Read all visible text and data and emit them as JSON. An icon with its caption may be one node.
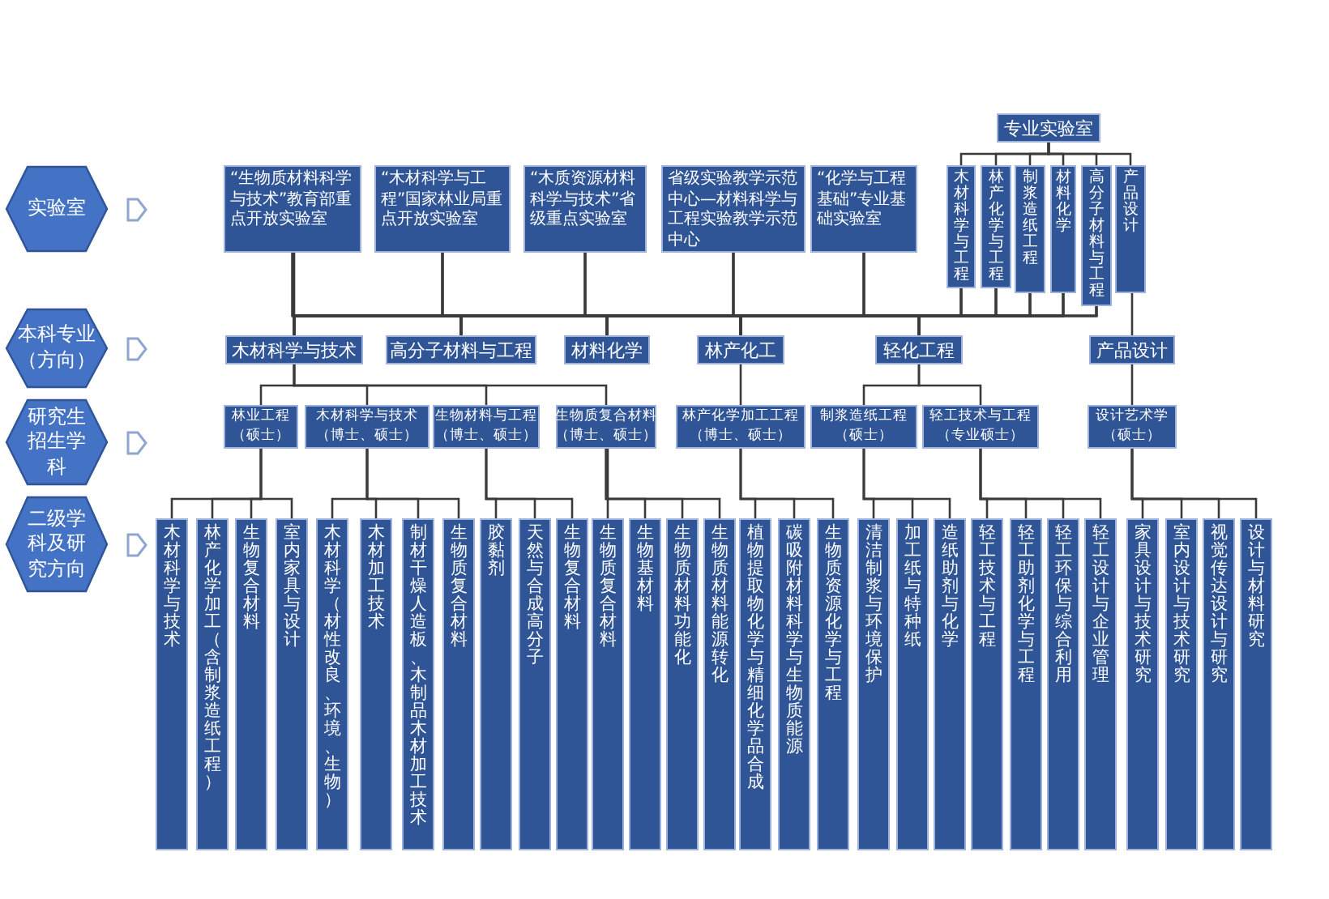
{
  "diagram": {
    "nodes": [
      {
        "text": [
          "实验室"
        ]
      },
      {
        "text": [
          "本科专业（方向）"
        ]
      },
      {
        "text": [
          "研究生招生学科"
        ]
      },
      {
        "text": [
          "二级学科及研究方向"
        ]
      },
      {
        "text": [
          "“生物质材料科学与技术”教育部重点开放实验室"
        ]
      },
      {
        "text": [
          "“木材科学与工程”国家林业局重点开放实验室"
        ]
      },
      {
        "text": [
          "“木质资源材料科学与技术”省级重点实验室"
        ]
      },
      {
        "text": [
          "省级实验教学示范中心—材料科学与工程实验教学示范中心"
        ]
      },
      {
        "text": [
          "“化学与工程基础”专业基础实验室"
        ]
      },
      {
        "text": [
          "专业实验室"
        ]
      },
      {
        "text": [
          "木材科学与工程"
        ]
      },
      {
        "text": [
          "林产化学与工程"
        ]
      },
      {
        "text": [
          "制浆造纸工程"
        ]
      },
      {
        "text": [
          "材料化学"
        ]
      },
      {
        "text": [
          "高分子材料与工程"
        ]
      },
      {
        "text": [
          "产品设计"
        ]
      },
      {
        "text": [
          "木材科学与技术"
        ]
      },
      {
        "text": [
          "高分子材料与工程"
        ]
      },
      {
        "text": [
          "材料化学"
        ]
      },
      {
        "text": [
          "林产化工"
        ]
      },
      {
        "text": [
          "轻化工程"
        ]
      },
      {
        "text": [
          "产品设计"
        ]
      },
      {
        "text": [
          "林业工程（硕士）"
        ]
      },
      {
        "text": [
          "木材科学与技术（博士、硕士）"
        ]
      },
      {
        "text": [
          "生物材料与工程（博士、硕士）"
        ]
      },
      {
        "text": [
          "生物质复合材料（博士、硕士）"
        ]
      },
      {
        "text": [
          "林产化学加工工程（博士、硕士）"
        ]
      },
      {
        "text": [
          "制浆造纸工程（硕士）"
        ]
      },
      {
        "text": [
          "轻工技术与工程（专业硕士）"
        ]
      },
      {
        "text": [
          "设计艺术学（硕士）"
        ]
      },
      {
        "text": [
          "木材科学与技术"
        ]
      },
      {
        "text": [
          "林产化学加工（含制浆造纸工程）"
        ]
      },
      {
        "text": [
          "生物复合材料"
        ]
      },
      {
        "text": [
          "室内家具与设计"
        ]
      },
      {
        "text": [
          "木材科学（材性改良、环境、生物）"
        ]
      },
      {
        "text": [
          "木材加工技术"
        ]
      },
      {
        "text": [
          "制材干燥人造板、木制品木材加工技术"
        ]
      },
      {
        "text": [
          "生物质复合材料"
        ]
      },
      {
        "text": [
          "胶黏剂"
        ]
      },
      {
        "text": [
          "天然与合成高分子"
        ]
      },
      {
        "text": [
          "生物复合材料"
        ]
      },
      {
        "text": [
          "生物质复合材料"
        ]
      },
      {
        "text": [
          "生物基材料"
        ]
      },
      {
        "text": [
          "生物质材料功能化"
        ]
      },
      {
        "text": [
          "生物质材料能源转化"
        ]
      },
      {
        "text": [
          "植物提取物化学与精细化学品合成"
        ]
      },
      {
        "text": [
          "碳吸附材料科学与生物质能源"
        ]
      },
      {
        "text": [
          "生物质资源化学与工程"
        ]
      },
      {
        "text": [
          "清洁制浆与环境保护"
        ]
      },
      {
        "text": [
          "加工纸与特种纸"
        ]
      },
      {
        "text": [
          "造纸助剂与化学"
        ]
      },
      {
        "text": [
          "轻工技术与工程"
        ]
      },
      {
        "text": [
          "轻工助剂化学与工程"
        ]
      },
      {
        "text": [
          "轻工环保与综合利用"
        ]
      },
      {
        "text": [
          "轻工设计与企业管理"
        ]
      },
      {
        "text": [
          "家具设计与技术研究"
        ]
      },
      {
        "text": [
          "室内设计与技术研究"
        ]
      },
      {
        "text": [
          "视觉传达设计与研究"
        ]
      },
      {
        "text": [
          "设计与材料研究"
        ]
      }
    ],
    "edges": [
      {
        "from": 9,
        "to": 10,
        "arrow": "none"
      },
      {
        "from": 9,
        "to": 11,
        "arrow": "none"
      },
      {
        "from": 9,
        "to": 12,
        "arrow": "none"
      },
      {
        "from": 9,
        "to": 13,
        "arrow": "none"
      },
      {
        "from": 9,
        "to": 14,
        "arrow": "none"
      },
      {
        "from": 9,
        "to": 15,
        "arrow": "none"
      },
      {
        "from": 4,
        "to": 16,
        "arrow": "none"
      },
      {
        "from": 4,
        "to": 17,
        "arrow": "none"
      },
      {
        "from": 4,
        "to": 18,
        "arrow": "none"
      },
      {
        "from": 4,
        "to": 19,
        "arrow": "none"
      },
      {
        "from": 4,
        "to": 20,
        "arrow": "none"
      },
      {
        "from": 5,
        "to": 16,
        "arrow": "none"
      },
      {
        "from": 5,
        "to": 17,
        "arrow": "none"
      },
      {
        "from": 5,
        "to": 18,
        "arrow": "none"
      },
      {
        "from": 5,
        "to": 19,
        "arrow": "none"
      },
      {
        "from": 5,
        "to": 20,
        "arrow": "none"
      },
      {
        "from": 6,
        "to": 16,
        "arrow": "none"
      },
      {
        "from": 6,
        "to": 17,
        "arrow": "none"
      },
      {
        "from": 6,
        "to": 18,
        "arrow": "none"
      },
      {
        "from": 6,
        "to": 19,
        "arrow": "none"
      },
      {
        "from": 6,
        "to": 20,
        "arrow": "none"
      },
      {
        "from": 7,
        "to": 16,
        "arrow": "none"
      },
      {
        "from": 7,
        "to": 17,
        "arrow": "none"
      },
      {
        "from": 7,
        "to": 18,
        "arrow": "none"
      },
      {
        "from": 7,
        "to": 19,
        "arrow": "none"
      },
      {
        "from": 7,
        "to": 20,
        "arrow": "none"
      },
      {
        "from": 8,
        "to": 16,
        "arrow": "none"
      },
      {
        "from": 8,
        "to": 17,
        "arrow": "none"
      },
      {
        "from": 8,
        "to": 18,
        "arrow": "none"
      },
      {
        "from": 8,
        "to": 19,
        "arrow": "none"
      },
      {
        "from": 8,
        "to": 20,
        "arrow": "none"
      },
      {
        "from": 10,
        "to": 16,
        "arrow": "none"
      },
      {
        "from": 10,
        "to": 17,
        "arrow": "none"
      },
      {
        "from": 10,
        "to": 18,
        "arrow": "none"
      },
      {
        "from": 10,
        "to": 19,
        "arrow": "none"
      },
      {
        "from": 10,
        "to": 20,
        "arrow": "none"
      },
      {
        "from": 11,
        "to": 16,
        "arrow": "none"
      },
      {
        "from": 11,
        "to": 17,
        "arrow": "none"
      },
      {
        "from": 11,
        "to": 18,
        "arrow": "none"
      },
      {
        "from": 11,
        "to": 19,
        "arrow": "none"
      },
      {
        "from": 11,
        "to": 20,
        "arrow": "none"
      },
      {
        "from": 12,
        "to": 16,
        "arrow": "none"
      },
      {
        "from": 12,
        "to": 17,
        "arrow": "none"
      },
      {
        "from": 12,
        "to": 18,
        "arrow": "none"
      },
      {
        "from": 12,
        "to": 19,
        "arrow": "none"
      },
      {
        "from": 12,
        "to": 20,
        "arrow": "none"
      },
      {
        "from": 13,
        "to": 16,
        "arrow": "none"
      },
      {
        "from": 13,
        "to": 17,
        "arrow": "none"
      },
      {
        "from": 13,
        "to": 18,
        "arrow": "none"
      },
      {
        "from": 13,
        "to": 19,
        "arrow": "none"
      },
      {
        "from": 13,
        "to": 20,
        "arrow": "none"
      },
      {
        "from": 14,
        "to": 16,
        "arrow": "none"
      },
      {
        "from": 14,
        "to": 17,
        "arrow": "none"
      },
      {
        "from": 14,
        "to": 18,
        "arrow": "none"
      },
      {
        "from": 14,
        "to": 19,
        "arrow": "none"
      },
      {
        "from": 14,
        "to": 20,
        "arrow": "none"
      },
      {
        "from": 15,
        "to": 21,
        "arrow": "none"
      },
      {
        "from": 16,
        "to": 22,
        "arrow": "none"
      },
      {
        "from": 16,
        "to": 23,
        "arrow": "none"
      },
      {
        "from": 16,
        "to": 24,
        "arrow": "none"
      },
      {
        "from": 16,
        "to": 25,
        "arrow": "none"
      },
      {
        "from": 19,
        "to": 26,
        "arrow": "none"
      },
      {
        "from": 20,
        "to": 27,
        "arrow": "none"
      },
      {
        "from": 20,
        "to": 28,
        "arrow": "none"
      },
      {
        "from": 21,
        "to": 29,
        "arrow": "none"
      },
      {
        "from": 22,
        "to": 30,
        "arrow": "none"
      },
      {
        "from": 22,
        "to": 31,
        "arrow": "none"
      },
      {
        "from": 22,
        "to": 32,
        "arrow": "none"
      },
      {
        "from": 22,
        "to": 33,
        "arrow": "none"
      },
      {
        "from": 23,
        "to": 34,
        "arrow": "none"
      },
      {
        "from": 23,
        "to": 35,
        "arrow": "none"
      },
      {
        "from": 23,
        "to": 36,
        "arrow": "none"
      },
      {
        "from": 23,
        "to": 37,
        "arrow": "none"
      },
      {
        "from": 24,
        "to": 38,
        "arrow": "none"
      },
      {
        "from": 24,
        "to": 39,
        "arrow": "none"
      },
      {
        "from": 24,
        "to": 40,
        "arrow": "none"
      },
      {
        "from": 25,
        "to": 41,
        "arrow": "none"
      },
      {
        "from": 25,
        "to": 42,
        "arrow": "none"
      },
      {
        "from": 25,
        "to": 43,
        "arrow": "none"
      },
      {
        "from": 25,
        "to": 44,
        "arrow": "none"
      },
      {
        "from": 26,
        "to": 45,
        "arrow": "none"
      },
      {
        "from": 26,
        "to": 46,
        "arrow": "none"
      },
      {
        "from": 26,
        "to": 47,
        "arrow": "none"
      },
      {
        "from": 27,
        "to": 48,
        "arrow": "none"
      },
      {
        "from": 27,
        "to": 49,
        "arrow": "none"
      },
      {
        "from": 27,
        "to": 50,
        "arrow": "none"
      },
      {
        "from": 28,
        "to": 51,
        "arrow": "none"
      },
      {
        "from": 28,
        "to": 52,
        "arrow": "none"
      },
      {
        "from": 28,
        "to": 53,
        "arrow": "none"
      },
      {
        "from": 28,
        "to": 54,
        "arrow": "none"
      },
      {
        "from": 29,
        "to": 55,
        "arrow": "none"
      },
      {
        "from": 29,
        "to": 56,
        "arrow": "none"
      },
      {
        "from": 29,
        "to": 57,
        "arrow": "none"
      },
      {
        "from": 29,
        "to": 58,
        "arrow": "none"
      }
    ]
  }
}
